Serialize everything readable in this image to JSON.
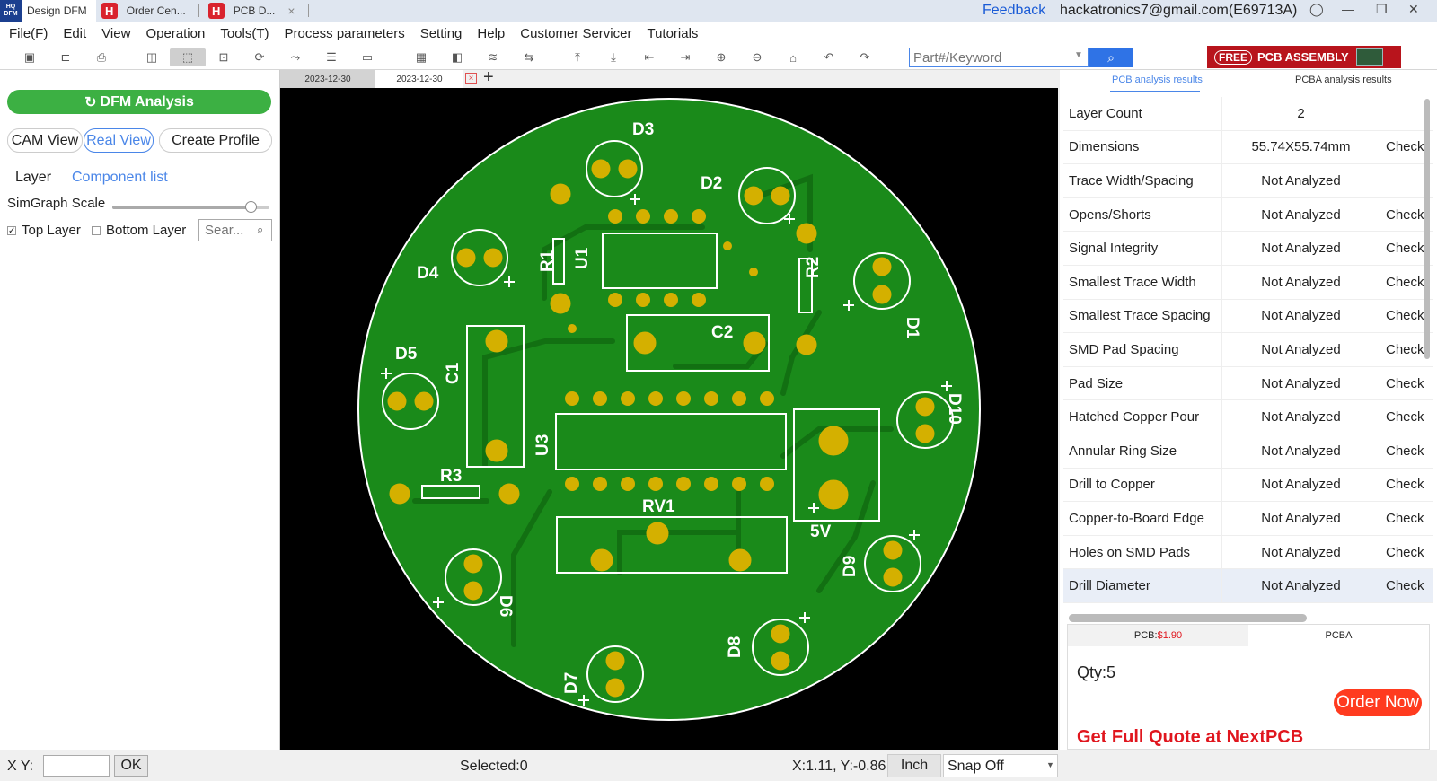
{
  "titlebar": {
    "tabs": [
      {
        "label": "Design DFM"
      },
      {
        "label": "Order Cen..."
      },
      {
        "label": "PCB D..."
      }
    ],
    "feedback": "Feedback",
    "account": "hackatronics7@gmail.com(E69713A)"
  },
  "menu": [
    "File(F)",
    "Edit",
    "View",
    "Operation",
    "Tools(T)",
    "Process parameters",
    "Setting",
    "Help",
    "Customer Servicer",
    "Tutorials"
  ],
  "toolbar": {
    "search_placeholder": "Part#/Keyword",
    "banner_free": "FREE",
    "banner_text": "PCB ASSEMBLY"
  },
  "left": {
    "dfm_button": "DFM Analysis",
    "cam_view": "CAM View",
    "real_view": "Real View",
    "create_profile": "Create Profile",
    "tab_layer": "Layer",
    "tab_component": "Component list",
    "simgraph": "SimGraph Scale",
    "top_layer": "Top Layer",
    "bottom_layer": "Bottom Layer",
    "search_placeholder": "Sear..."
  },
  "doc_tabs": [
    "2023-12-30",
    "2023-12-30"
  ],
  "board": {
    "labels": [
      "D1",
      "D2",
      "D3",
      "D4",
      "D5",
      "D6",
      "D7",
      "D8",
      "D9",
      "D10",
      "R1",
      "R2",
      "R3",
      "C1",
      "C2",
      "U1",
      "U3",
      "RV1",
      "5V"
    ]
  },
  "right": {
    "tab_pcb": "PCB analysis results",
    "tab_pcba": "PCBA analysis results",
    "rows": [
      {
        "name": "Layer Count",
        "value": "2",
        "action": ""
      },
      {
        "name": "Dimensions",
        "value": "55.74X55.74mm",
        "action": "Check"
      },
      {
        "name": "Trace Width/Spacing",
        "value": "Not Analyzed",
        "action": ""
      },
      {
        "name": "Opens/Shorts",
        "value": "Not Analyzed",
        "action": "Check"
      },
      {
        "name": "Signal Integrity",
        "value": "Not Analyzed",
        "action": "Check"
      },
      {
        "name": "Smallest Trace Width",
        "value": "Not Analyzed",
        "action": "Check"
      },
      {
        "name": "Smallest Trace Spacing",
        "value": "Not Analyzed",
        "action": "Check"
      },
      {
        "name": "SMD Pad Spacing",
        "value": "Not Analyzed",
        "action": "Check"
      },
      {
        "name": "Pad Size",
        "value": "Not Analyzed",
        "action": "Check"
      },
      {
        "name": "Hatched Copper Pour",
        "value": "Not Analyzed",
        "action": "Check"
      },
      {
        "name": "Annular Ring Size",
        "value": "Not Analyzed",
        "action": "Check"
      },
      {
        "name": "Drill to Copper",
        "value": "Not Analyzed",
        "action": "Check"
      },
      {
        "name": "Copper-to-Board Edge",
        "value": "Not Analyzed",
        "action": "Check"
      },
      {
        "name": "Holes on SMD Pads",
        "value": "Not Analyzed",
        "action": "Check"
      },
      {
        "name": "Drill Diameter",
        "value": "Not Analyzed",
        "action": "Check"
      }
    ],
    "quote": {
      "tab_pcb": "PCB:",
      "price": "$1.90",
      "tab_pcba": "PCBA",
      "qty": "Qty:5",
      "order_button": "Order Now",
      "full_quote": "Get Full Quote at NextPCB"
    }
  },
  "status": {
    "xy_label": "X Y:",
    "ok": "OK",
    "selected": "Selected:0",
    "coords": "X:1.11, Y:-0.86",
    "unit": "Inch",
    "snap": "Snap Off"
  },
  "colors": {
    "board": "#1a8a1a",
    "pad": "#d4b000",
    "accent": "#4a86e8",
    "dfm": "#3cb043",
    "order": "#ff3b1f"
  }
}
